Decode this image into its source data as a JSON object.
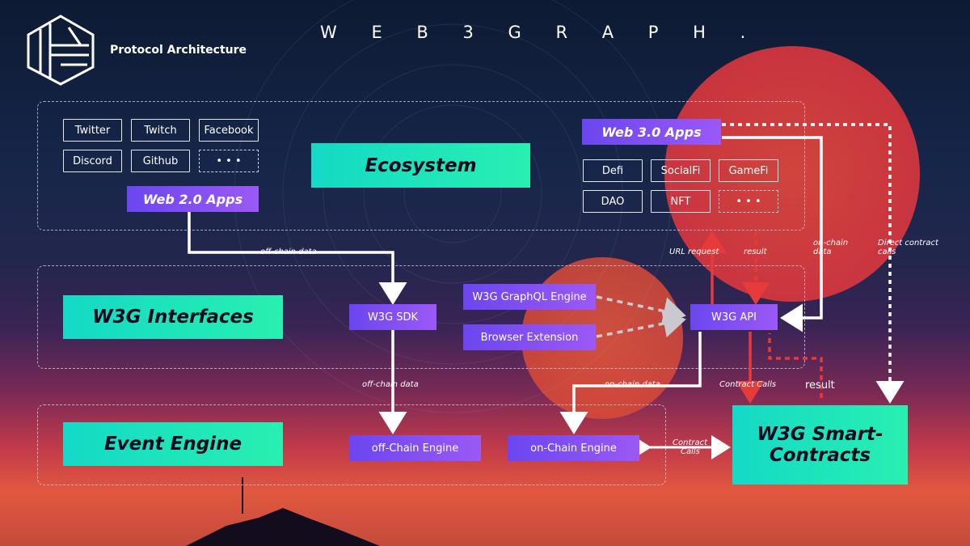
{
  "header": {
    "title": "W E B 3 G R A P H .",
    "subtitle": "Protocol Architecture"
  },
  "ecosystem": {
    "label": "Ecosystem",
    "web2": {
      "label": "Web 2.0 Apps",
      "items": [
        "Twitter",
        "Twitch",
        "Facebook",
        "Discord",
        "Github",
        "• • •"
      ]
    },
    "web3": {
      "label": "Web 3.0 Apps",
      "items": [
        "Defi",
        "SocialFi",
        "GameFi",
        "DAO",
        "NFT",
        "• • •"
      ]
    }
  },
  "interfaces": {
    "label": "W3G Interfaces",
    "sdk": "W3G SDK",
    "graphql": "W3G GraphQL Engine",
    "browser_ext": "Browser Extension",
    "api": "W3G API"
  },
  "event_engine": {
    "label": "Event Engine",
    "offchain": "off-Chain Engine",
    "onchain": "on-Chain Engine"
  },
  "smart_contracts": {
    "line1": "W3G Smart-",
    "line2": "Contracts"
  },
  "edge_labels": {
    "offchain_data_top": "off-chain data",
    "offchain_data_bottom": "off-chain data",
    "url_request": "URL request",
    "result_top": "result",
    "onchain_data_right": "on-chain",
    "onchain_data_right2": "data",
    "direct_calls": "Direct contract",
    "direct_calls2": "calls",
    "onchain_data_mid": "on-chain data",
    "contract_calls_mid": "Contract Calls",
    "result_mid": "result",
    "contract_calls_bottom": "Contract",
    "contract_calls_bottom2": "Calls"
  },
  "colors": {
    "teal": "#1ee8bd",
    "purple": "#7b4ff2",
    "red_arrow": "#e53b3b",
    "white": "#ffffff"
  }
}
